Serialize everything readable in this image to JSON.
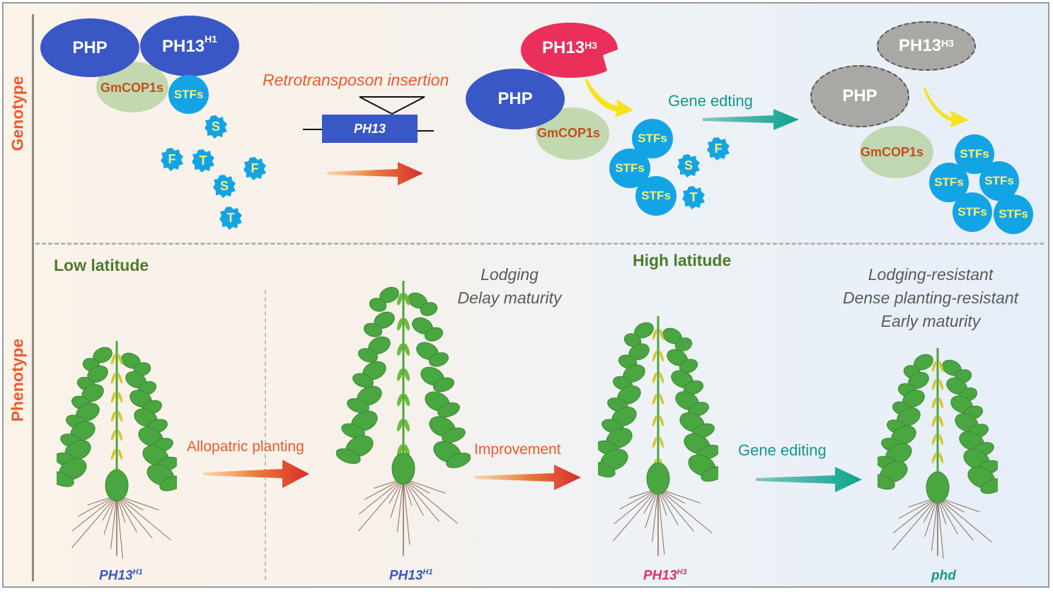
{
  "rows": {
    "genotype_label": "Genotype",
    "phenotype_label": "Phenotype"
  },
  "genotype": {
    "stage1": {
      "php": "PHP",
      "ph13_base": "PH13",
      "ph13_sup": "H1",
      "cop": "GmCOP1s",
      "stf": "STFs",
      "fragments": [
        "S",
        "F",
        "T",
        "F",
        "S",
        "T"
      ]
    },
    "insertion": {
      "label": "Retrotransposon insertion",
      "gene": "PH13"
    },
    "stage2": {
      "ph13_base": "PH13",
      "ph13_sup": "H3",
      "php": "PHP",
      "cop": "GmCOP1s",
      "stfs": [
        "STFs",
        "STFs",
        "STFs"
      ],
      "fragments": [
        "F",
        "S",
        "T"
      ]
    },
    "gene_editing_label": "Gene edting",
    "stage3": {
      "ph13_base": "PH13",
      "ph13_sup": "H3",
      "php": "PHP",
      "cop": "GmCOP1s",
      "stfs": [
        "STFs",
        "STFs",
        "STFs",
        "STFs",
        "STFs"
      ]
    }
  },
  "phenotype": {
    "low_latitude": "Low latitude",
    "high_latitude": "High latitude",
    "arrows": {
      "allopatric": "Allopatric planting",
      "improvement": "Improvement",
      "gene_editing": "Gene editing"
    },
    "traits_mid": [
      "Lodging",
      "Delay maturity"
    ],
    "traits_right": [
      "Lodging-resistant",
      "Dense planting-resistant",
      "Early maturity"
    ],
    "plants": [
      {
        "base": "PH13",
        "sup": "H1",
        "color": "#3a57c6"
      },
      {
        "base": "PH13",
        "sup": "H1",
        "color": "#3a57c6"
      },
      {
        "base": "PH13",
        "sup": "H3",
        "color": "#e0306a"
      },
      {
        "base": "phd",
        "sup": "",
        "color": "#12988a"
      }
    ]
  },
  "colors": {
    "accent_orange": "#ee5a2a",
    "protein_blue": "#3a57c6",
    "protein_pink": "#ea2f5a",
    "stf_blue": "#13a4e6",
    "teal": "#12988a",
    "latitude_green": "#4f7a2c"
  }
}
